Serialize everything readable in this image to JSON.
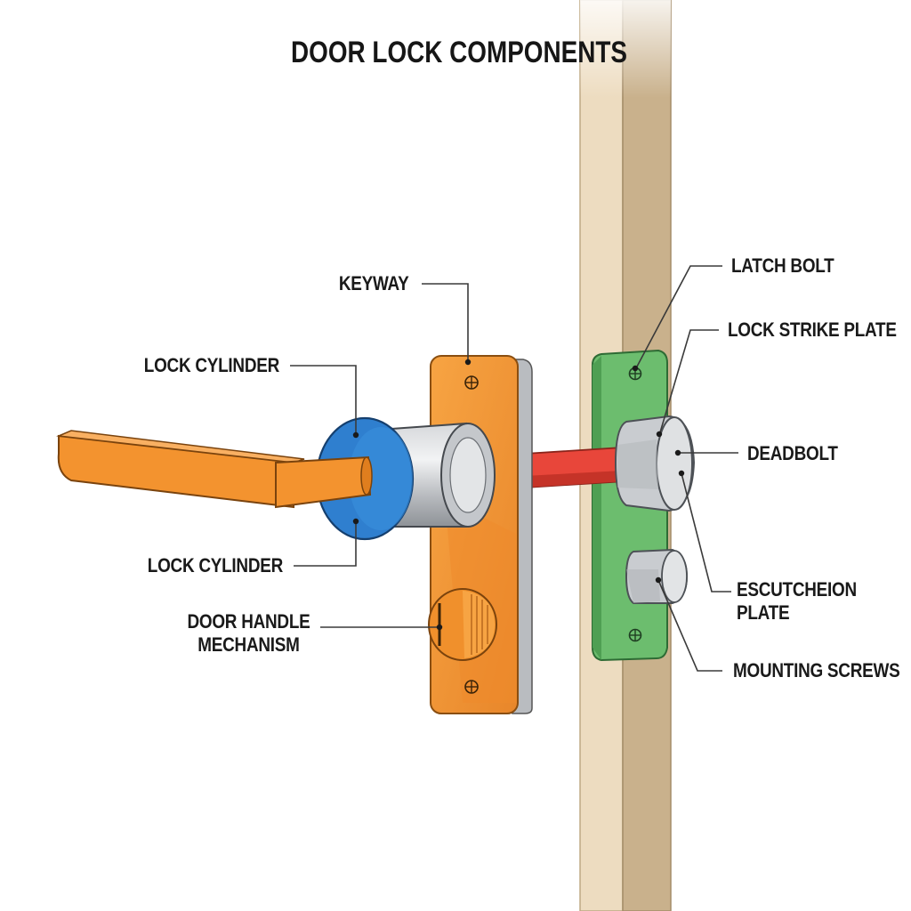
{
  "title": "DOOR LOCK COMPONENTS",
  "labels": {
    "keyway": "KEYWAY",
    "lock_cylinder_top": "LOCK CYLINDER",
    "lock_cylinder_bottom": "LOCK CYLINDER",
    "door_handle_mechanism": [
      "DOOR HANDLE",
      "MECHANISM"
    ],
    "latch_bolt": "LATCH BOLT",
    "lock_strike_plate": "LOCK STRIKE PLATE",
    "deadbolt": "DEADBOLT",
    "escutcheon_plate": [
      "ESCUTCHEION",
      "PLATE"
    ],
    "mounting_screws": "MOUNTING SCREWS"
  },
  "colors": {
    "handle": "#f3932f",
    "rose": "#2f7fcf",
    "spindle": "#e8463a",
    "strike_plate": "#6cbd6e",
    "bolt_metal": "#c9ccd0",
    "door_edge_light": "#eddcc0",
    "door_edge_dark": "#c9b18c"
  }
}
